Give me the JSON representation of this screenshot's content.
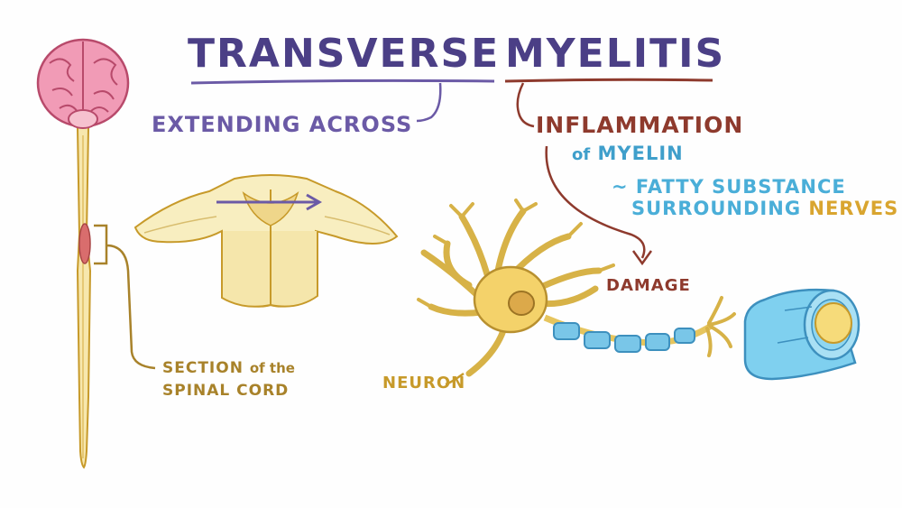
{
  "title": {
    "word1": "TRANSVERSE",
    "word2": "MYELITIS"
  },
  "labels": {
    "extending_across": "EXTENDING ACROSS",
    "inflammation": "INFLAMMATION",
    "of": "of",
    "myelin": "MYELIN",
    "fatty_substance": "~ FATTY SUBSTANCE",
    "surrounding": "SURROUNDING",
    "nerves": "NERVES",
    "damage": "DAMAGE",
    "neuron": "NEURON",
    "section_line1_a": "SECTION",
    "section_line1_b": "of the",
    "section_line2": "SPINAL CORD"
  },
  "colors": {
    "title": "#4b3f86",
    "extending": "#6b5aa6",
    "inflammation": "#8e3a2d",
    "myelin": "#3f9fcb",
    "nerves": "#d9a52f",
    "neuron": "#c79a2a",
    "brain": "#e8789a",
    "spinal_cord": "#f6e6a8"
  }
}
